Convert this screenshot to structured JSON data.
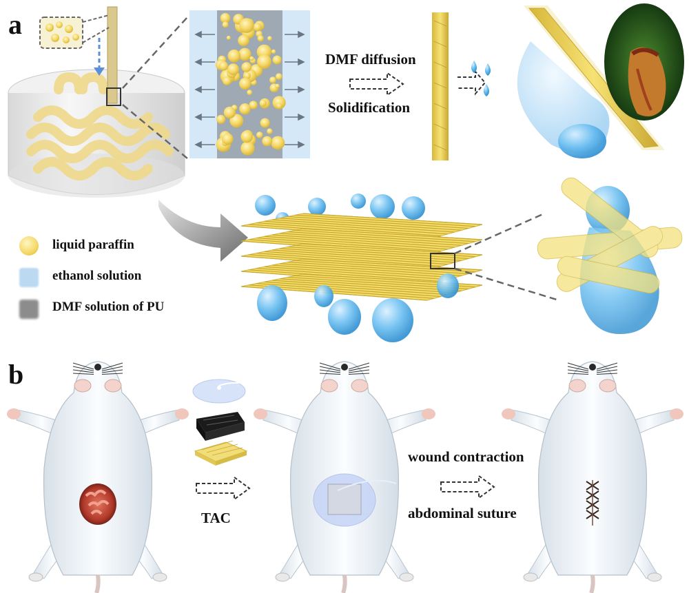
{
  "panel_a": {
    "letter": "a",
    "step_top": "DMF diffusion",
    "step_bottom": "Solidification"
  },
  "legend": {
    "paraffin_label": "liquid paraffin",
    "ethanol_label": "ethanol solution",
    "pu_label": "DMF solution of PU",
    "paraffin_color": "#f6d866",
    "ethanol_color": "#bcd9f2",
    "pu_color": "#8c8c8c"
  },
  "panel_b": {
    "letter": "b",
    "tac_label": "TAC",
    "step_top": "wound contraction",
    "step_bottom": "abdominal suture"
  },
  "colors": {
    "fiber_yellow": "#f3de6a",
    "droplet_blue": "#5fb6ea",
    "rat_body": "#eef3f7",
    "wound_red": "#b2392a"
  }
}
